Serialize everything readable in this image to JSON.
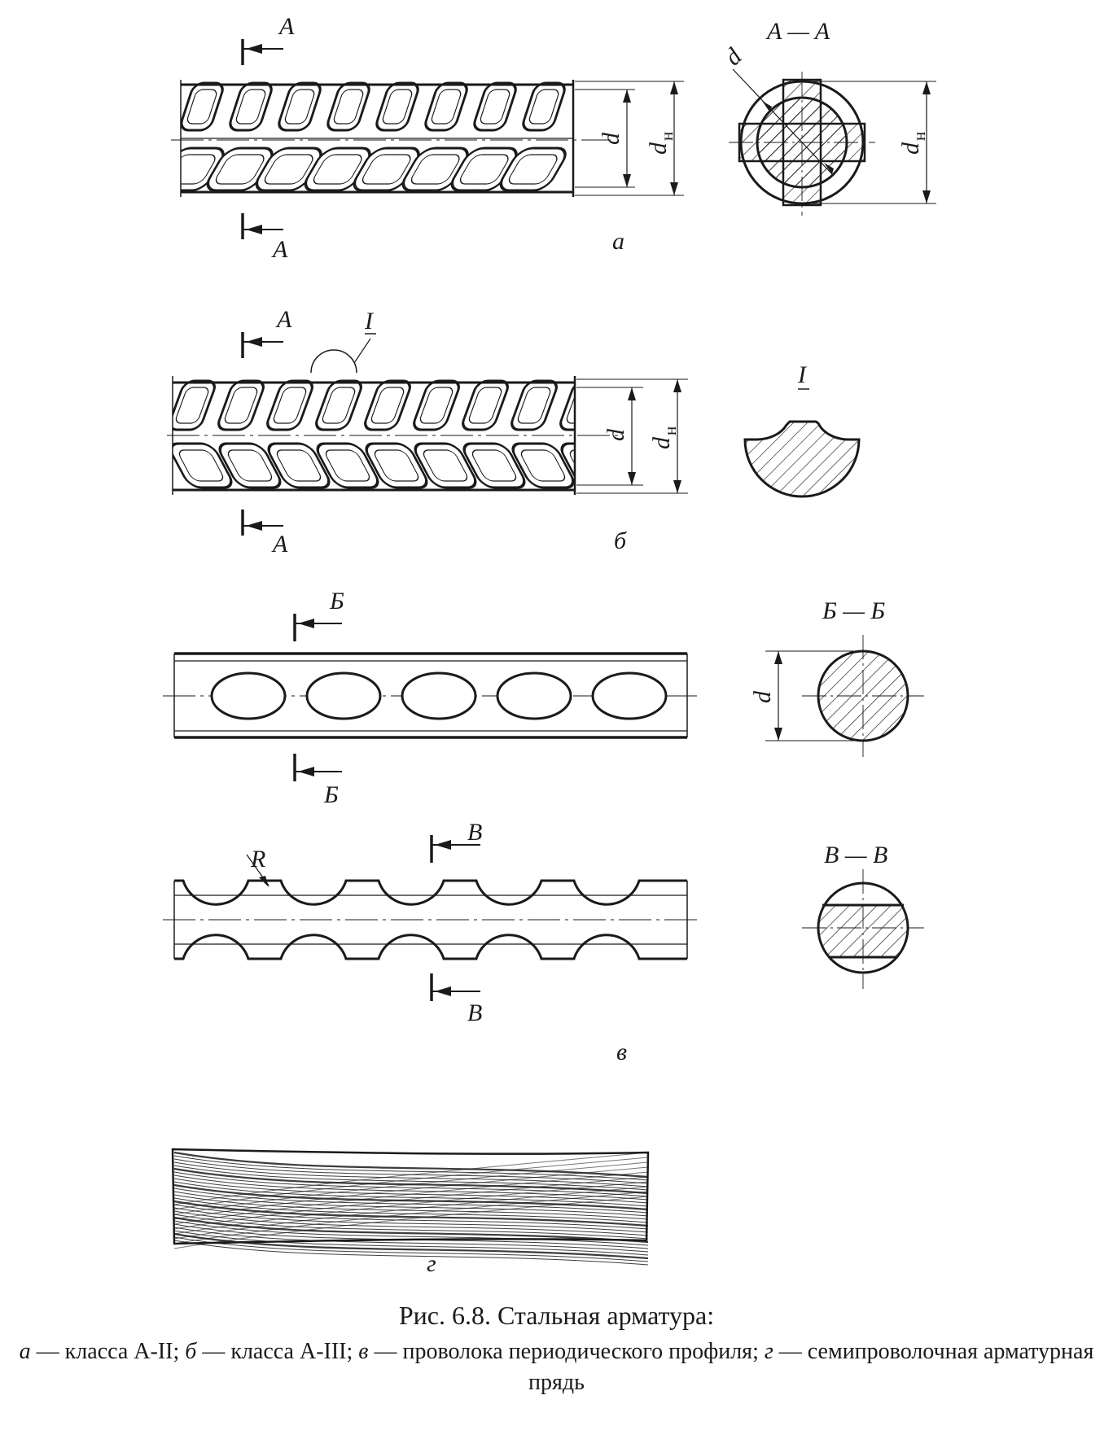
{
  "labels": {
    "section_A": "A",
    "section_A_title": "A — A",
    "d": "d",
    "d_n_main": "d",
    "d_n_sub": "н",
    "detail_I": "I",
    "section_B": "Б",
    "section_B_title": "Б — Б",
    "section_V": "В",
    "section_V_title": "В — В",
    "radius": "R"
  },
  "panels": [
    {
      "key": "a",
      "letter": "а"
    },
    {
      "key": "b",
      "letter": "б"
    },
    {
      "key": "v",
      "letter": "в"
    },
    {
      "key": "g",
      "letter": "г"
    }
  ],
  "caption": {
    "title": "Рис. 6.8. Стальная арматура:",
    "legend": [
      {
        "letter": "а",
        "text": " — класса А-II; "
      },
      {
        "letter": "б",
        "text": " — класса А-III; "
      },
      {
        "letter": "в",
        "text": " — проволока периодического профиля; "
      },
      {
        "letter": "г",
        "text": " — семипроволочная арматурная прядь"
      }
    ]
  }
}
